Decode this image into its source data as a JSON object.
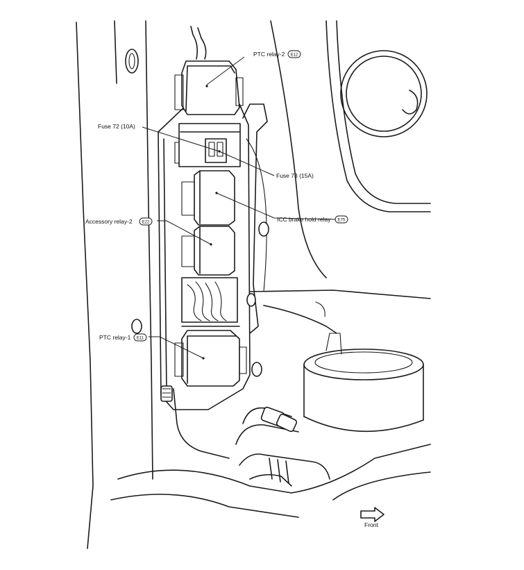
{
  "labels": {
    "ptc_relay_2": "PTC relay-2",
    "ptc_relay_2_conn": "E12",
    "fuse_72": "Fuse 72 (10A)",
    "fuse_73": "Fuse 73 (15A)",
    "icc_brake_hold_relay": "ICC brake hold relay",
    "icc_brake_hold_relay_conn": "E75",
    "accessory_relay_2": "Accessory relay-2",
    "accessory_relay_2_conn": "E22",
    "ptc_relay_1": "PTC relay-1",
    "ptc_relay_1_conn": "E11",
    "front": "Front"
  },
  "icons": [
    "front-direction-arrow-icon"
  ],
  "colors": {
    "ink": "#1a1a1a",
    "background": "#ffffff"
  }
}
